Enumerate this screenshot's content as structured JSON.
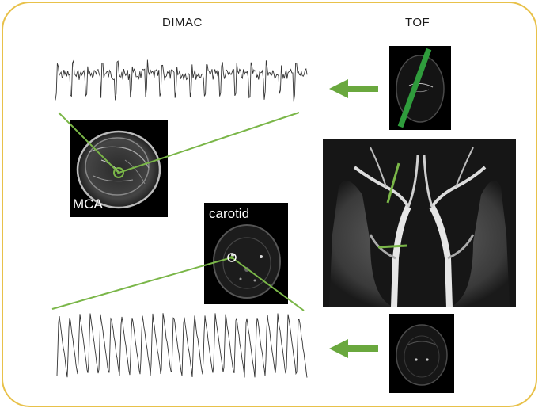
{
  "columns": {
    "left_title": "DIMAC",
    "right_title": "TOF"
  },
  "panels": {
    "mca_label": "MCA",
    "carotid_label": "carotid"
  },
  "colors": {
    "frame": "#e8c14a",
    "annotation_green": "#7ab648",
    "arrow_green": "#6aa83e",
    "waveform": "#333333"
  }
}
